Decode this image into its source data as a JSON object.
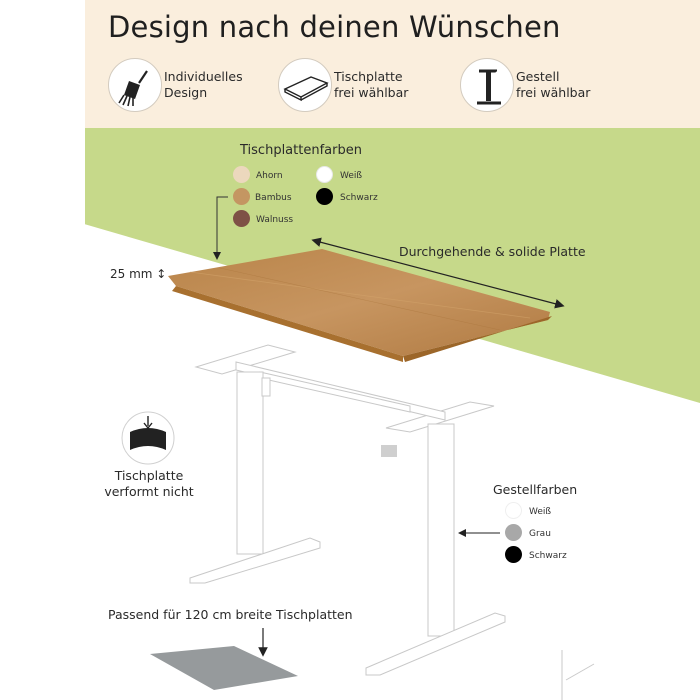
{
  "title": "Design nach deinen Wünschen",
  "features": [
    {
      "icon": "brush-icon",
      "line1": "Individuelles",
      "line2": "Design"
    },
    {
      "icon": "tabletop-icon",
      "line1": "Tischplatte",
      "line2": "frei wählbar"
    },
    {
      "icon": "frame-icon",
      "line1": "Gestell",
      "line2": "frei wählbar"
    }
  ],
  "tabletop_colors": {
    "heading": "Tischplattenfarben",
    "items": [
      {
        "label": "Ahorn",
        "color": "#ecd8bd"
      },
      {
        "label": "Bambus",
        "color": "#c49662"
      },
      {
        "label": "Walnuss",
        "color": "#7e5146"
      },
      {
        "label": "Weiß",
        "color": "#ffffff"
      },
      {
        "label": "Schwarz",
        "color": "#000000"
      }
    ]
  },
  "thickness_label": "25 mm",
  "thickness_arrow": "↕",
  "solid_plate_label": "Durchgehende & solide Platte",
  "no_warp": {
    "line1": "Tischplatte",
    "line2": "verformt nicht"
  },
  "frame_colors": {
    "heading": "Gestellfarben",
    "items": [
      {
        "label": "Weiß",
        "color": "#ffffff"
      },
      {
        "label": "Grau",
        "color": "#a8a8a8"
      },
      {
        "label": "Schwarz",
        "color": "#000000"
      }
    ]
  },
  "fits_label": "Passend für 120 cm breite Tischplatten"
}
